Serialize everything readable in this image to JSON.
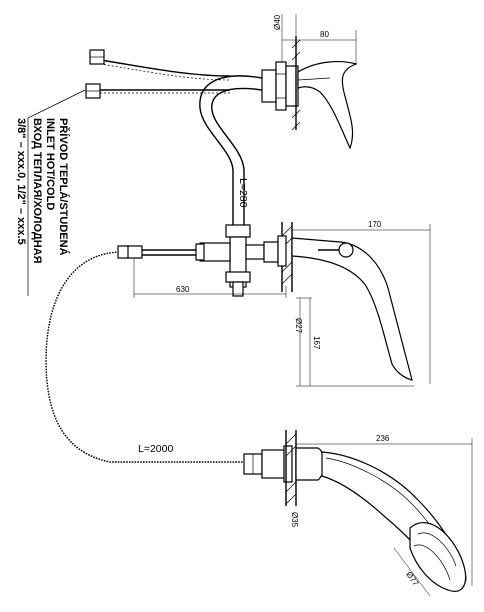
{
  "notes": [
    "PŘÍVOD TEPLÁ/STUDENÁ",
    "INLET HOT/COLD",
    "ВХОД ТЕПЛАЯ/ХОЛОДНАЯ",
    "3/8\" – xxx.0,  1/2\" – xxx.5"
  ],
  "dimensions": {
    "top_gap": "Ø40",
    "top_handle_width": "80",
    "pipe_length": "L=280",
    "spout_width": "170",
    "body_width": "630",
    "spout_flange": "Ø27",
    "spout_height": "167",
    "hose_length": "L=2000",
    "shower_length": "236",
    "shower_flange": "Ø35",
    "shower_head": "Ø77"
  }
}
